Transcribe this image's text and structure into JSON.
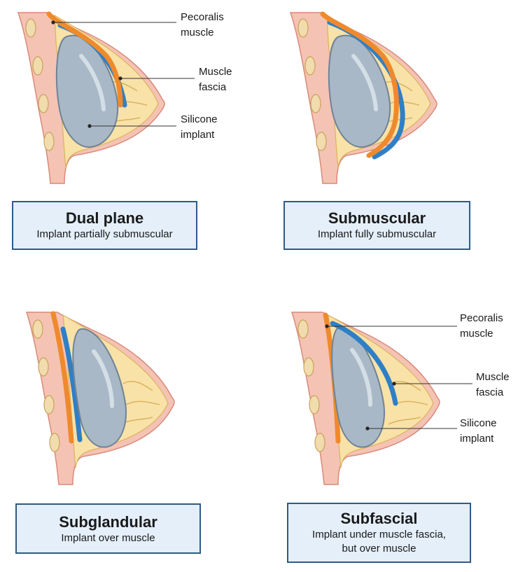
{
  "colors": {
    "skin": "#f4c3b4",
    "skin_stroke": "#d98a7a",
    "fat": "#f8e2a8",
    "fat_stroke": "#dcb25e",
    "rib_fill": "#f1dcae",
    "rib_stroke": "#caa25a",
    "muscle": "#ef8a2c",
    "fascia": "#2f7fc6",
    "implant": "#a9b8c6",
    "implant_stroke": "#6f8396",
    "caption_bg": "#e4effa",
    "caption_border": "#2f5a86"
  },
  "panels": [
    {
      "key": "dual_plane",
      "title": "Dual plane",
      "subtitle": "Implant partially submuscular",
      "labels": [
        {
          "key": "muscle",
          "lines": [
            "Pecoralis",
            "muscle"
          ]
        },
        {
          "key": "fascia",
          "lines": [
            "Muscle",
            "fascia"
          ]
        },
        {
          "key": "implant",
          "lines": [
            "Silicone",
            "implant"
          ]
        }
      ]
    },
    {
      "key": "submuscular",
      "title": "Submuscular",
      "subtitle": "Implant fully submuscular",
      "labels": []
    },
    {
      "key": "subglandular",
      "title": "Subglandular",
      "subtitle": "Implant over muscle",
      "labels": []
    },
    {
      "key": "subfascial",
      "title": "Subfascial",
      "subtitle": "Implant under muscle fascia,\nbut over muscle",
      "subtitle_lines": [
        "Implant under muscle fascia,",
        "but over muscle"
      ],
      "labels": [
        {
          "key": "muscle",
          "lines": [
            "Pecoralis",
            "muscle"
          ]
        },
        {
          "key": "fascia",
          "lines": [
            "Muscle",
            "fascia"
          ]
        },
        {
          "key": "implant",
          "lines": [
            "Silicone",
            "implant"
          ]
        }
      ]
    }
  ]
}
